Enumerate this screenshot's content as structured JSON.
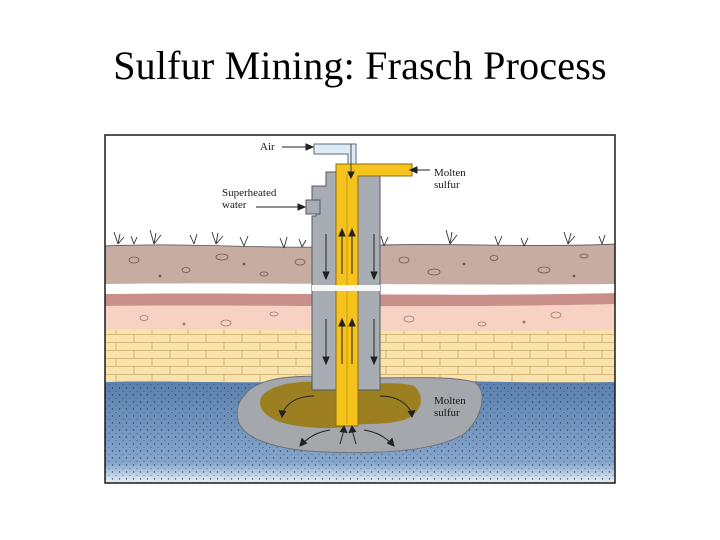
{
  "slide": {
    "title": "Sulfur Mining: Frasch Process"
  },
  "diagram": {
    "labels": {
      "air": "Air",
      "molten_sulfur_top": [
        "Molten",
        "sulfur"
      ],
      "superheated_water": [
        "Superheated",
        "water"
      ],
      "molten_sulfur_deposit": [
        "Molten",
        "sulfur"
      ]
    },
    "colors": {
      "frame": "#1a1a1a",
      "water_pipe": "#a8adb3",
      "air_pipe": "#dcecf6",
      "sulfur": "#f5c31b",
      "molten_pool": "#9c7f21",
      "deposit_rock": "#a4a7ab",
      "soil": "#c7aca2",
      "red_layer": "#c98f8b",
      "peach_layer": "#f7d2c2",
      "sandstone": "#f9e2ab",
      "limestone_bed": "#5b80ae"
    }
  }
}
